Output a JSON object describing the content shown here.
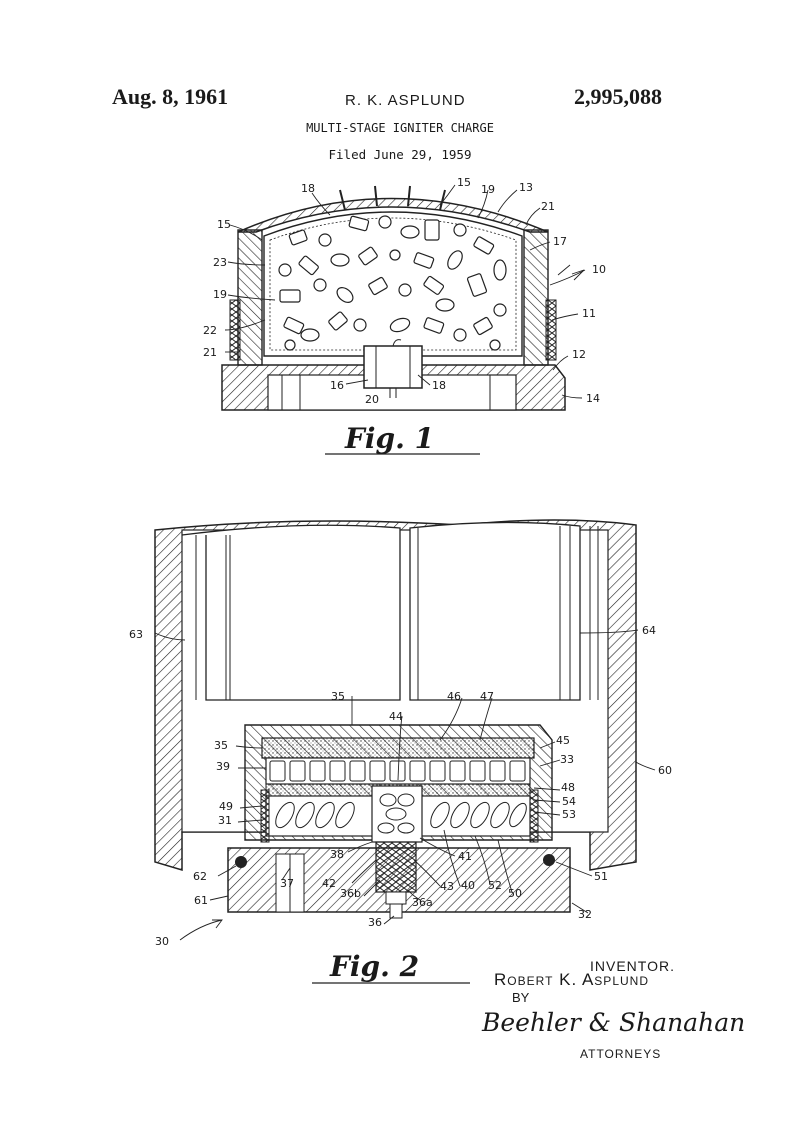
{
  "header": {
    "date": "Aug. 8, 1961",
    "inventor": "R. K. ASPLUND",
    "patent_number": "2,995,088",
    "title": "MULTI-STAGE IGNITER CHARGE",
    "filed": "Filed June 29, 1959"
  },
  "fig1": {
    "label": "Fig. 1",
    "refs": {
      "r18a": "18",
      "r15a": "15",
      "r19a": "19",
      "r13": "13",
      "r21a": "21",
      "r15b": "15",
      "r17": "17",
      "r23": "23",
      "r10": "10",
      "r19b": "19",
      "r11": "11",
      "r22": "22",
      "r21b": "21",
      "r12": "12",
      "r16": "16",
      "r18b": "18",
      "r20": "20",
      "r14": "14"
    }
  },
  "fig2": {
    "label": "Fig. 2",
    "refs": {
      "r63": "63",
      "r64": "64",
      "r35a": "35",
      "r44": "44",
      "r46": "46",
      "r47": "47",
      "r35b": "35",
      "r45": "45",
      "r39": "39",
      "r33": "33",
      "r60": "60",
      "r48": "48",
      "r49": "49",
      "r54": "54",
      "r31": "31",
      "r53": "53",
      "r38": "38",
      "r41": "41",
      "r62": "62",
      "r51": "51",
      "r37": "37",
      "r42": "42",
      "r36b": "36b",
      "r43": "43",
      "r40": "40",
      "r52": "52",
      "r50": "50",
      "r61": "61",
      "r36a": "36a",
      "r32": "32",
      "r36": "36",
      "r30": "30"
    }
  },
  "signature": {
    "inventor_heading": "INVENTOR.",
    "inventor_name": "Robert K. Asplund",
    "by": "BY",
    "attorneys_signature": "Beehler & Shanahan",
    "attorneys_label": "ATTORNEYS"
  }
}
